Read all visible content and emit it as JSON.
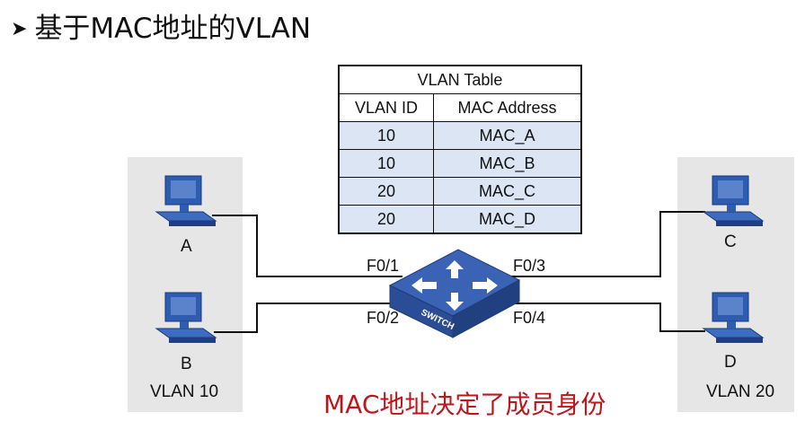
{
  "title": "基于MAC地址的VLAN",
  "table": {
    "caption": "VLAN Table",
    "headers": [
      "VLAN ID",
      "MAC Address"
    ],
    "rows": [
      [
        "10",
        "MAC_A"
      ],
      [
        "10",
        "MAC_B"
      ],
      [
        "20",
        "MAC_C"
      ],
      [
        "20",
        "MAC_D"
      ]
    ]
  },
  "hosts": {
    "a": "A",
    "b": "B",
    "c": "C",
    "d": "D"
  },
  "ports": {
    "p1": "F0/1",
    "p2": "F0/2",
    "p3": "F0/3",
    "p4": "F0/4"
  },
  "switch_label": "SWITCH",
  "groups": {
    "left": "VLAN 10",
    "right": "VLAN 20"
  },
  "caption": "MAC地址决定了成员身份",
  "colors": {
    "switch": "#3a63b5",
    "caption": "#c0161b",
    "table_row": "#dbe5f3",
    "group_bg": "#e6e6e6"
  }
}
